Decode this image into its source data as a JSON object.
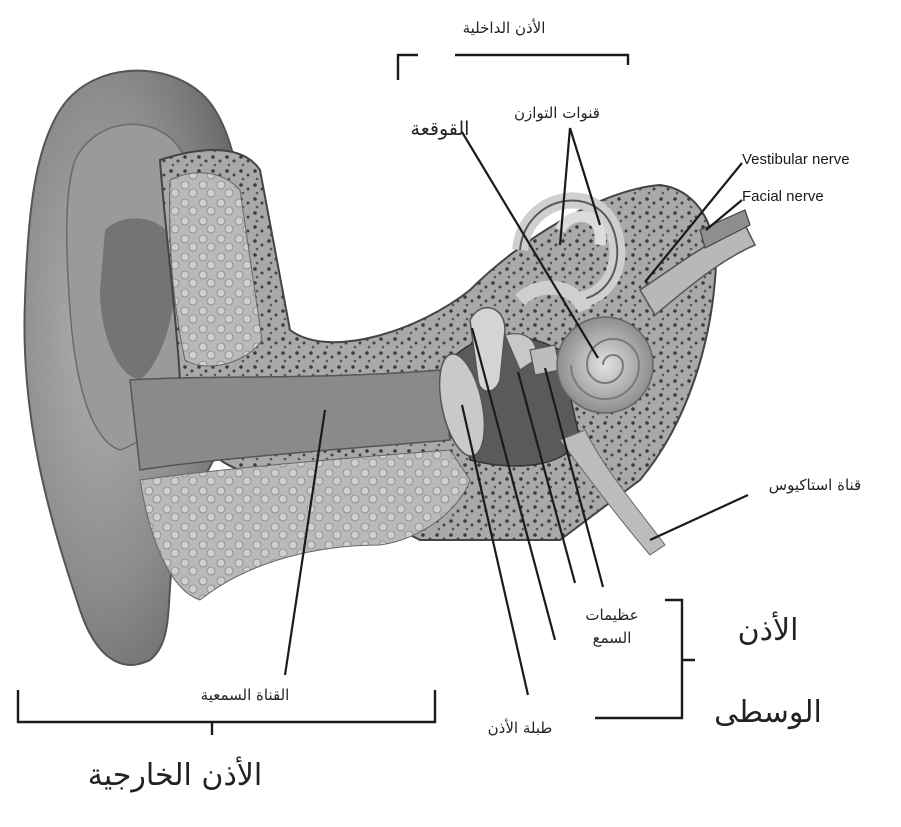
{
  "labels": {
    "inner_ear": "الأذن الداخلية",
    "cochlea": "القوقعة",
    "semicircular_canals": "قنوات التوازن",
    "vestibular_nerve": "Vestibular nerve",
    "facial_nerve": "Facial nerve",
    "eustachian_tube": "قناة استاكيوس",
    "ossicles_line1": "عظيمات",
    "ossicles_line2": "السمع",
    "middle_ear_line1": "الأذن",
    "middle_ear_line2": "الوسطى",
    "ear_canal": "القناة السمعية",
    "eardrum": "طبلة الأذن",
    "outer_ear": "الأذن الخارجية"
  },
  "colors": {
    "skin_dark": "#7a7a7a",
    "skin_mid": "#9c9c9c",
    "skin_light": "#c4c4c4",
    "bone": "#b5b5b5",
    "cavity": "#5a5a5a",
    "lines": "#1b1b1b"
  }
}
